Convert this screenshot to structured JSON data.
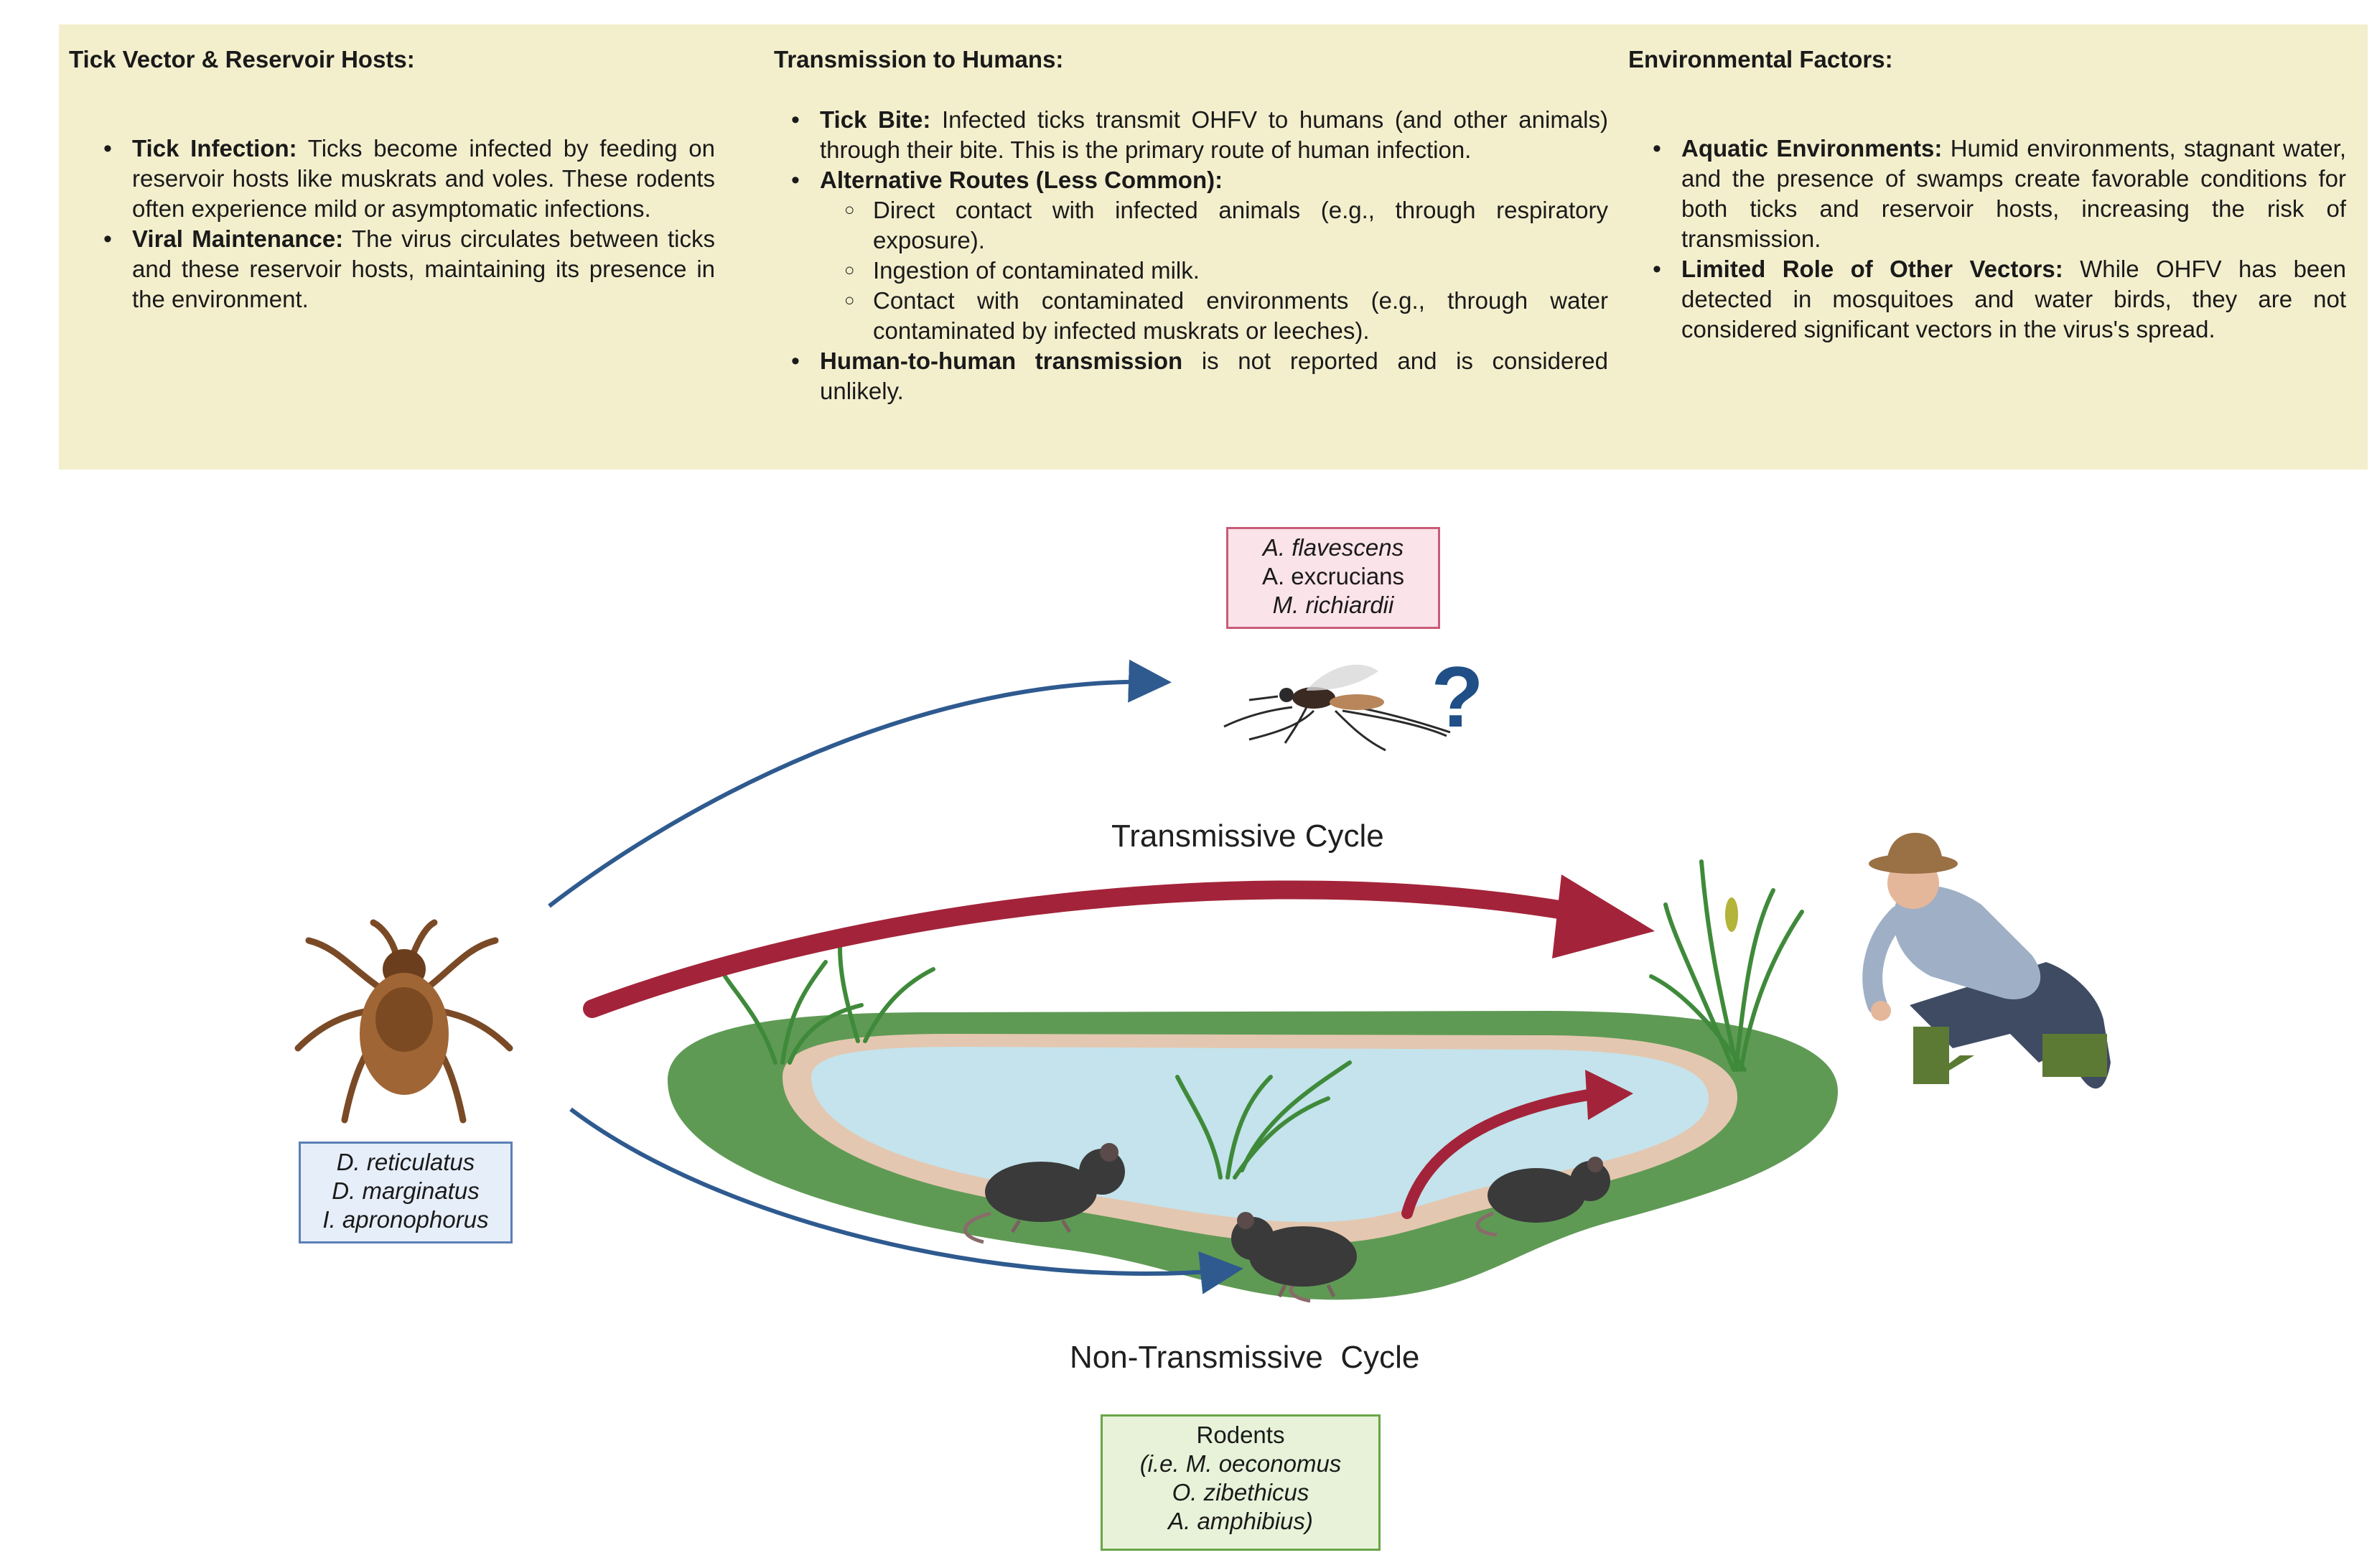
{
  "panel": {
    "columns": [
      {
        "title": "Tick Vector & Reservoir Hosts:",
        "items": [
          {
            "bold": "Tick Infection:",
            "text": " Ticks become infected by feeding on reservoir hosts like muskrats and voles. These rodents often experience mild or asymptomatic infections."
          },
          {
            "bold": "Viral Maintenance:",
            "text": " The virus circulates between ticks and these reservoir hosts, maintaining its presence in the environment."
          }
        ]
      },
      {
        "title": "Transmission to Humans:",
        "items": [
          {
            "bold": "Tick Bite:",
            "text": " Infected ticks transmit OHFV to humans (and other animals) through their bite. This is the primary route of human infection."
          },
          {
            "bold": "Alternative Routes (Less Common):",
            "text": ""
          },
          {
            "sub": true,
            "text": "Direct contact with infected animals (e.g., through respiratory exposure)."
          },
          {
            "sub": true,
            "text": "Ingestion of contaminated milk."
          },
          {
            "sub": true,
            "text": "Contact with contaminated environments (e.g., through water contaminated by infected muskrats or leeches)."
          },
          {
            "bold": "Human-to-human transmission",
            "text": " is not reported and is considered unlikely."
          }
        ]
      },
      {
        "title": "Environmental Factors:",
        "items": [
          {
            "bold": "Aquatic Environments:",
            "text": " Humid environments, stagnant water, and the presence of swamps create favorable conditions for both ticks and reservoir hosts, increasing the risk of transmission."
          },
          {
            "bold": "Limited Role of Other Vectors:",
            "text": " While OHFV has been detected in mosquitoes and water birds, they are not considered significant vectors in the virus's spread."
          }
        ]
      }
    ]
  },
  "diagram": {
    "mosquito_species": [
      "A. flavescens",
      "A. excrucians",
      "M. richiardii"
    ],
    "question_mark": "?",
    "transmissive_label": "Transmissive Cycle",
    "tick_species": [
      "D. reticulatus",
      "D. marginatus",
      "I. apronophorus"
    ],
    "non_transmissive_label": "Non-Transmissive  Cycle",
    "rodents": {
      "heading": "Rodents",
      "species": [
        "(i.e. M.  oeconomus",
        "O. zibethicus",
        "A. amphibius)"
      ]
    },
    "colors": {
      "panel_bg": "#f3efcd",
      "red_arrow": "#a3243a",
      "blue_arrow": "#2e5a8f",
      "mosquito_box_bg": "#fbe3ea",
      "mosquito_box_border": "#c95b78",
      "tick_box_bg": "#e6eef9",
      "tick_box_border": "#5b7fb5",
      "rodent_box_bg": "#e7f2d8",
      "rodent_box_border": "#6aa54a",
      "water": "#c4e3ec",
      "grass": "#5f9a55"
    }
  }
}
